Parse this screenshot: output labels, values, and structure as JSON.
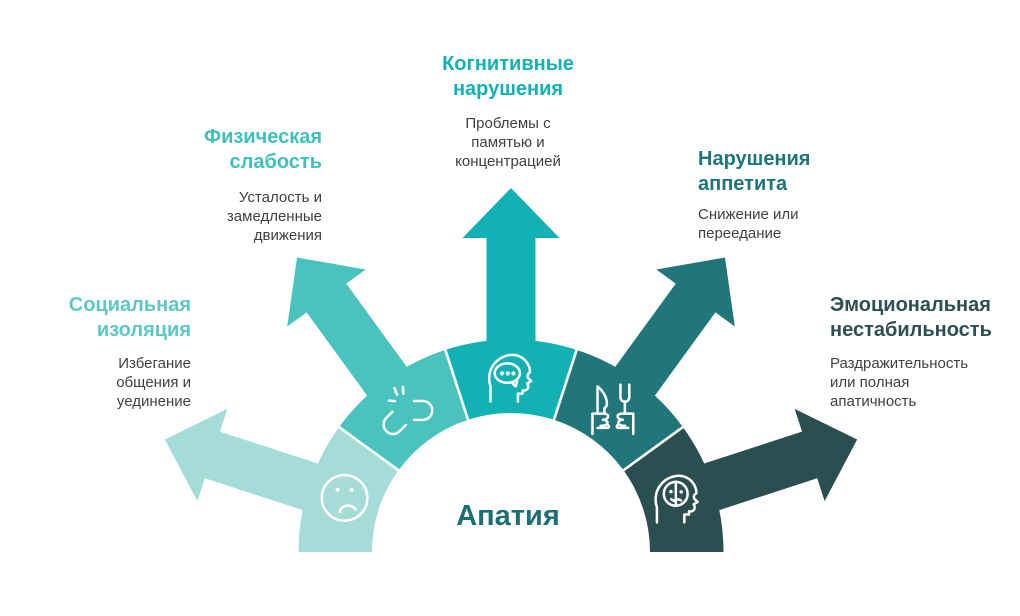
{
  "title": {
    "text": "Апатия",
    "color": "#1e6f74"
  },
  "items": [
    {
      "id": "social-isolation",
      "heading": [
        "Социальная",
        "изоляция"
      ],
      "description": [
        "Избегание",
        "общения и",
        "уединение"
      ],
      "segment_color": "#a6dcd8",
      "heading_color": "#5cc8c3",
      "icon": "sad-face-icon"
    },
    {
      "id": "physical-weakness",
      "heading": [
        "Физическая",
        "слабость"
      ],
      "description": [
        "Усталость и",
        "замедленные",
        "движения"
      ],
      "segment_color": "#4ac3be",
      "heading_color": "#3fc0bb",
      "icon": "broken-link-icon"
    },
    {
      "id": "cognitive-impairment",
      "heading": [
        "Когнитивные",
        "нарушения"
      ],
      "description": [
        "Проблемы с",
        "памятью и",
        "концентрацией"
      ],
      "segment_color": "#12b1b4",
      "heading_color": "#12b1b4",
      "icon": "head-speech-bubble-icon"
    },
    {
      "id": "appetite-disorders",
      "heading": [
        "Нарушения",
        "аппетита"
      ],
      "description": [
        "Снижение или",
        "переедание"
      ],
      "segment_color": "#21767a",
      "heading_color": "#1e7579",
      "icon": "cutlery-in-fists-icon"
    },
    {
      "id": "emotional-instability",
      "heading": [
        "Эмоциональная",
        "нестабильность"
      ],
      "description": [
        "Раздражительность",
        "или полная",
        "апатичность"
      ],
      "segment_color": "#2b4e50",
      "heading_color": "#2c4f51",
      "icon": "head-split-face-icon"
    }
  ],
  "description_color": "#404040",
  "icon_color": "#ffffff",
  "separator_color": "#ffffff",
  "background_color": "#ffffff"
}
